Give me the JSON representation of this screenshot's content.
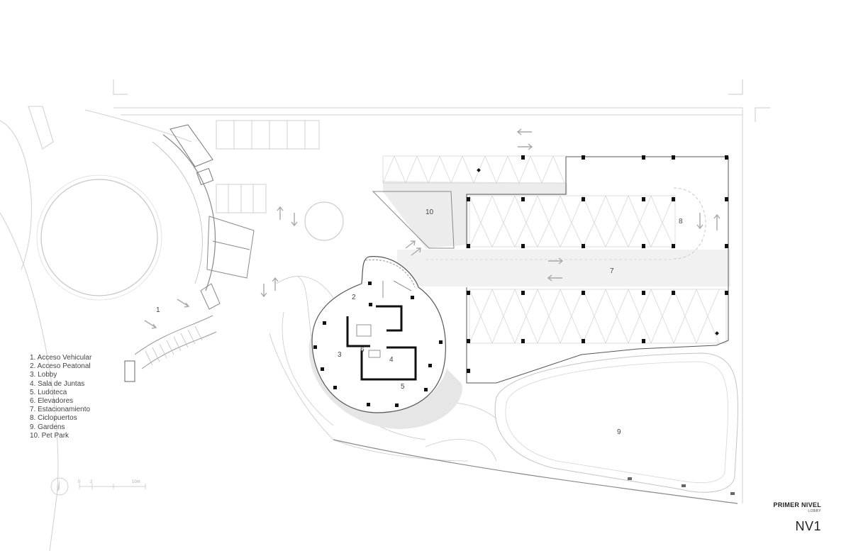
{
  "plan": {
    "zone_labels": {
      "z1": "1",
      "z2": "2",
      "z3": "3",
      "z4": "4",
      "z5": "5",
      "z6": "6",
      "z7": "7",
      "z8": "8",
      "z9": "9",
      "z10": "10"
    },
    "legend": [
      "1. Acceso Vehicular",
      "2. Acceso Peatonal",
      "3. Lobby",
      "4. Sala de Juntas",
      "5. Ludoteca",
      "6. Elevadores",
      "7. Estacionamiento",
      "8. Ciclopuertos",
      "9. Gardens",
      "10. Pet Park"
    ],
    "scale_bar": {
      "ticks": [
        "0",
        "2",
        "10m"
      ]
    },
    "title_block": {
      "title": "PRIMER NIVEL",
      "subtitle": "LOBBY",
      "code": "NV1"
    }
  },
  "colors": {
    "line": "#bdbdbd",
    "paving": "#e6e6e6",
    "wall": "#111111"
  },
  "icons": [
    "north-arrow-icon",
    "traffic-arrow-icon"
  ]
}
